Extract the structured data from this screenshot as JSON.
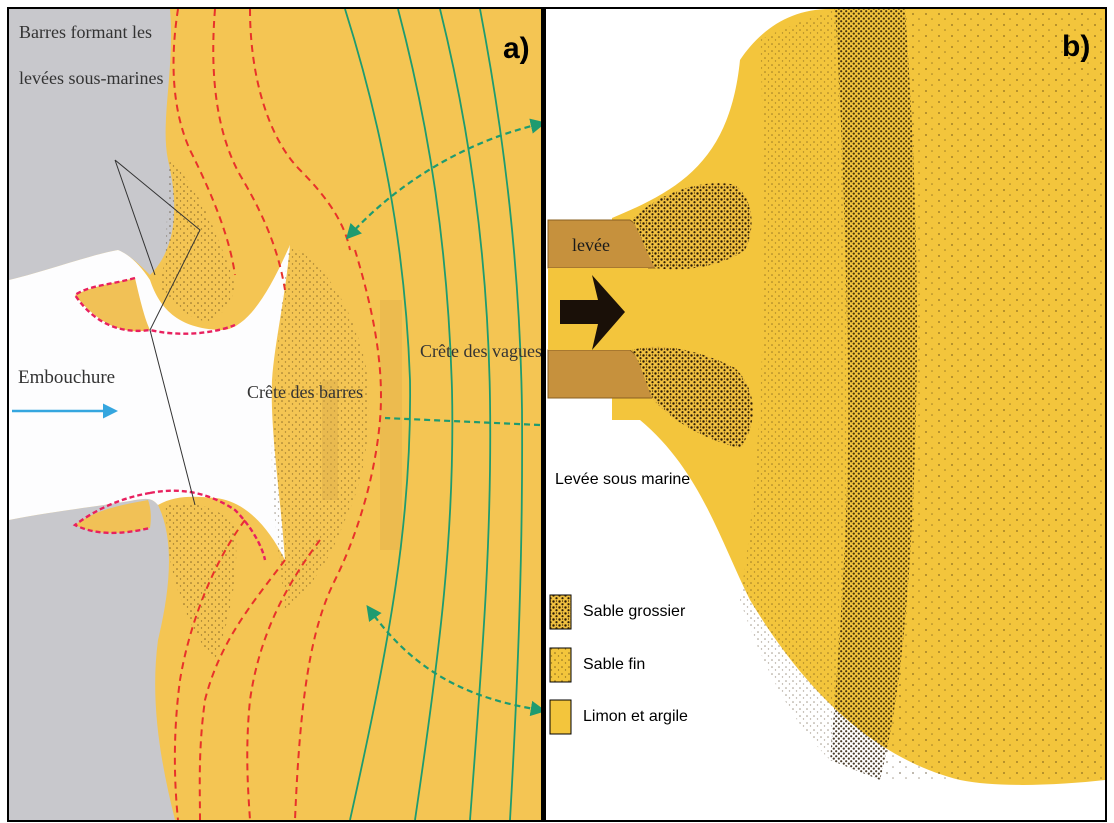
{
  "panel_a": {
    "tag": "a)",
    "label_bars_levees_1": "Barres formant les",
    "label_bars_levees_2": "levées sous-marines",
    "label_mouth": "Embouchure",
    "label_bar_crest": "Crête des barres",
    "label_wave_crest": "Crête des vagues"
  },
  "panel_b": {
    "tag": "b)",
    "label_levee": "levée",
    "label_submarine_levee": "Levée sous marine",
    "legend": [
      {
        "label": "Sable grossier",
        "pattern": "coarse-dots"
      },
      {
        "label": "Sable fin",
        "pattern": "fine-dots"
      },
      {
        "label": "Limon et argile",
        "pattern": "plain"
      }
    ]
  },
  "colors": {
    "sand": "#f5c644",
    "sand_light": "#f7cf63",
    "land_gray": "#c9c9cc",
    "water_white": "#fefeff",
    "bar_line_red": "#e8322a",
    "bar_line_pink": "#e8205e",
    "wave_green": "#1e9b70",
    "levee_brown": "#c6913d",
    "arrow_cyan": "#35a6df",
    "dots": "#3a2608"
  }
}
